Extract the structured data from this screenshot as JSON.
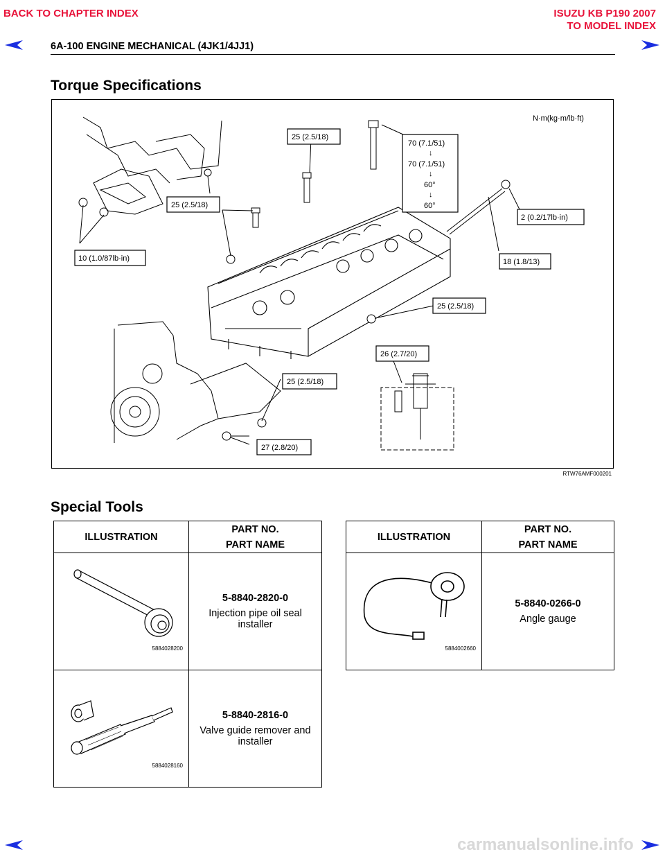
{
  "nav": {
    "back_to_chapter": "BACK TO CHAPTER INDEX",
    "vehicle": "ISUZU KB P190 2007",
    "to_model": "TO MODEL INDEX"
  },
  "header": {
    "title": "6A-100  ENGINE MECHANICAL (4JK1/4JJ1)"
  },
  "torque": {
    "title": "Torque Specifications",
    "unit": "N·m(kg·m/lb·ft)",
    "labels": {
      "l1": "25 (2.5/18)",
      "l2a": "70 (7.1/51)",
      "l2b": "70 (7.1/51)",
      "l2c": "60°",
      "l2d": "60°",
      "l3": "25 (2.5/18)",
      "l4": "2 (0.2/17lb·in)",
      "l5": "10 (1.0/87lb·in)",
      "l6": "18 (1.8/13)",
      "l7": "25 (2.5/18)",
      "l8": "26 (2.7/20)",
      "l9": "25 (2.5/18)",
      "l10": "27 (2.8/20)"
    },
    "figure_code": "RTW76AMF000201"
  },
  "tools": {
    "title": "Special Tools",
    "col_illustration": "ILLUSTRATION",
    "col_part_no": "PART NO.",
    "col_part_name": "PART NAME",
    "left": [
      {
        "code": "5884028200",
        "part_no": "5-8840-2820-0",
        "part_name": "Injection pipe oil seal installer"
      },
      {
        "code": "5884028160",
        "part_no": "5-8840-2816-0",
        "part_name": "Valve guide remover and installer"
      }
    ],
    "right": [
      {
        "code": "5884002660",
        "part_no": "5-8840-0266-0",
        "part_name": "Angle gauge"
      }
    ]
  },
  "footer": {
    "watermark": "carmanualsonline.info"
  },
  "colors": {
    "link": "#e8133a",
    "arrow": "#1a2ee0"
  }
}
